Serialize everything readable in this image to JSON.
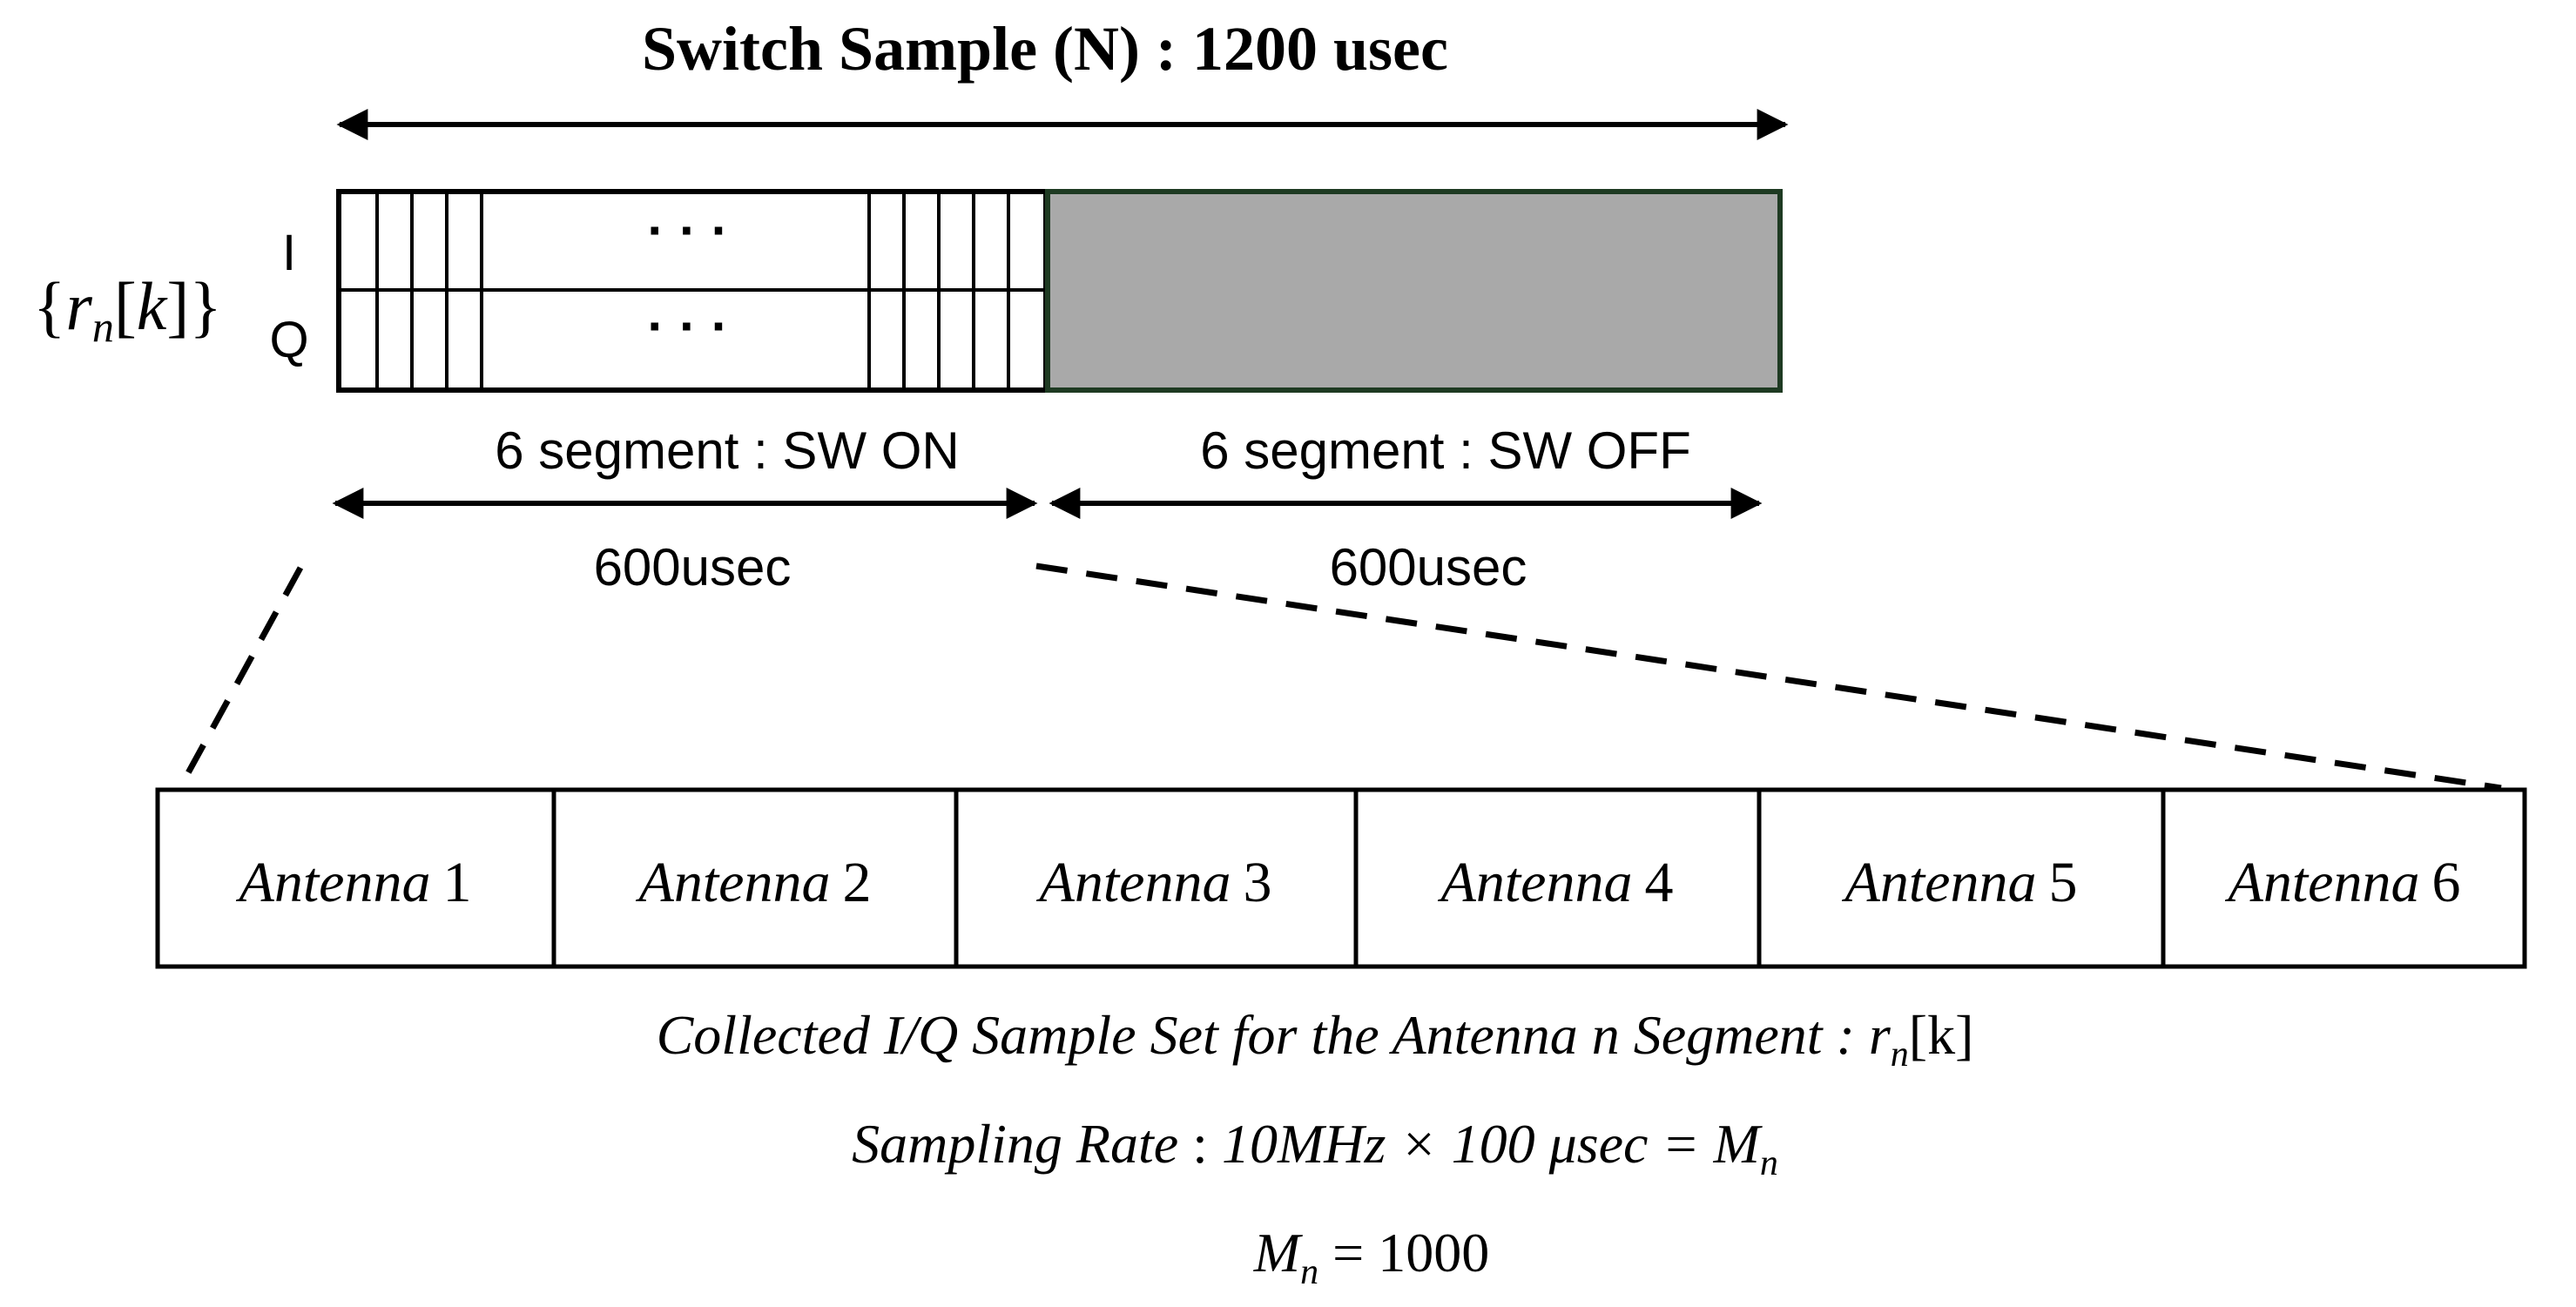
{
  "title": "Switch Sample (N) : 1200 usec",
  "signal": {
    "symbol_parts": {
      "open_brace": "{",
      "r": "r",
      "n": "n",
      "k_bracket_open": "[",
      "k": "k",
      "k_bracket_close": "]",
      "close_brace": "}"
    },
    "row_i": "I",
    "row_q": "Q",
    "ellipsis": "· · ·"
  },
  "segments": {
    "on_label": "6 segment : SW ON",
    "off_label": "6 segment : SW OFF",
    "on_duration": "600usec",
    "off_duration": "600usec"
  },
  "colors": {
    "off_fill": "#a9a9a9",
    "off_border": "#1e3a22",
    "line": "#000000"
  },
  "antennas": [
    {
      "word": "Antenna",
      "num": "1"
    },
    {
      "word": "Antenna",
      "num": "2"
    },
    {
      "word": "Antenna",
      "num": "3"
    },
    {
      "word": "Antenna",
      "num": "4"
    },
    {
      "word": "Antenna",
      "num": "5"
    },
    {
      "word": "Antenna",
      "num": "6"
    }
  ],
  "caption": {
    "line1_text": "Collected I/Q Sample Set for the Antenna n Segment : r",
    "line1_sub": "n",
    "line1_tail": "[k]",
    "line2_a": "Sampling Rate",
    "line2_colon": " : ",
    "line2_b": "10MHz  × 100 μsec = M",
    "line2_sub": "n",
    "line3_a": "M",
    "line3_sub": "n",
    "line3_b": " = 1000"
  }
}
